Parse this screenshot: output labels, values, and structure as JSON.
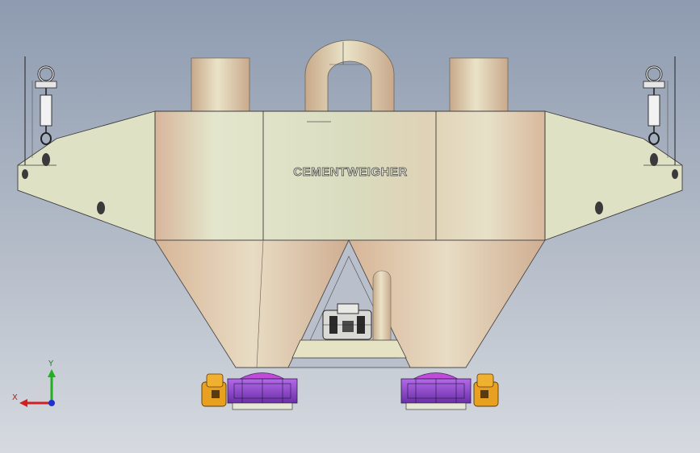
{
  "model": {
    "engraving_text": "CEMENTWEIGHER"
  },
  "triad": {
    "x_label": "X",
    "y_label": "Y"
  },
  "colors": {
    "background_top": "#8e9bb0",
    "background_bottom": "#d6dae0",
    "steel_plate": "#d9dcbf",
    "hopper_shell": "#d6bfa0",
    "pipe_metal": "#d8c8aa",
    "flange_purple": "#8e44c8",
    "vibrator_orange": "#e8a020",
    "axis_x": "#d02020",
    "axis_y": "#20b020",
    "axis_z": "#2030d0"
  }
}
